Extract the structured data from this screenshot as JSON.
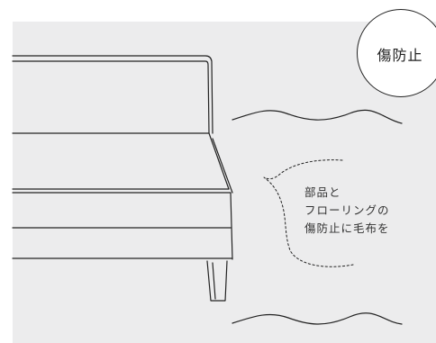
{
  "badge": {
    "label": "傷防止"
  },
  "note": {
    "lines": [
      "部品と",
      "フローリングの",
      "傷防止に毛布を"
    ]
  },
  "colors": {
    "panel": "#ececed",
    "stroke": "#222222",
    "badge_fill": "#ffffff"
  }
}
